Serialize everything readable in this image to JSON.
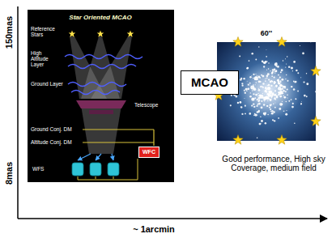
{
  "diagram": {
    "nodes": [
      {
        "text": [
          "MCAO"
        ]
      },
      {
        "text": [
          "WFC"
        ]
      }
    ],
    "labels": [
      "150mas",
      "8mas",
      "~ 1arcmin",
      "Star Oriented MCAO",
      "Reference Stars",
      "High Altitude Layer",
      "Ground Layer",
      "Telescope",
      "Ground Conj. DM",
      "Altitude Conj. DM",
      "WFS",
      "60''",
      "Good performance, High sky Coverage, medium field"
    ]
  }
}
